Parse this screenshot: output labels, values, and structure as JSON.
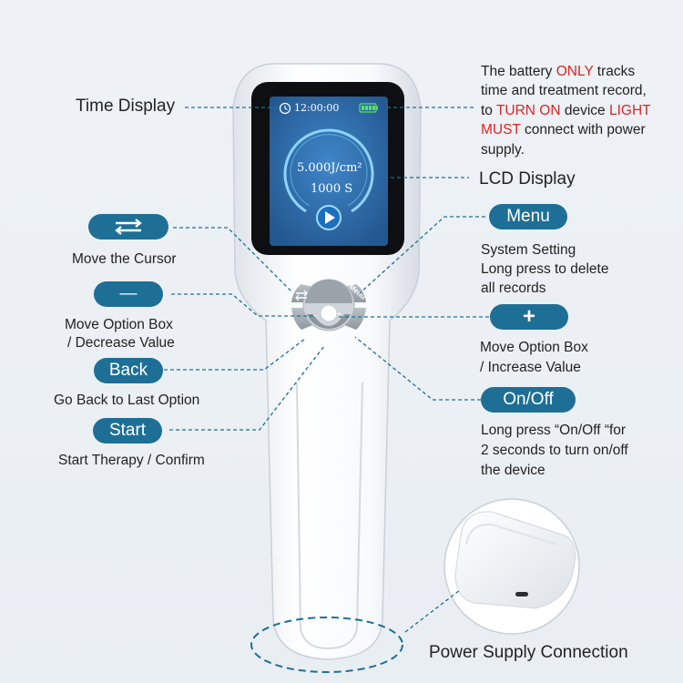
{
  "labels": {
    "time_display": "Time Display",
    "lcd_display": "LCD Display",
    "move_cursor": "Move the Cursor",
    "minus_desc_1": "Move Option Box",
    "minus_desc_2": "/ Decrease Value",
    "back_desc": "Go Back to Last Option",
    "start_desc": "Start Therapy / Confirm",
    "menu_desc_1": "System Setting",
    "menu_desc_2": "Long press to delete",
    "menu_desc_3": "all records",
    "plus_desc_1": "Move Option Box",
    "plus_desc_2": "/ Increase Value",
    "onoff_desc_1": "Long press “On/Off “for",
    "onoff_desc_2": "2 seconds to turn on/off",
    "onoff_desc_3": "the device",
    "power_supply": "Power Supply Connection"
  },
  "battery_note": {
    "l1a": "The battery ",
    "l1b": "ONLY",
    "l1c": " tracks",
    "l2": "time and treatment record,",
    "l3a": "to ",
    "l3b": "TURN ON",
    "l3c": " device ",
    "l3d": "LIGHT",
    "l4a": "MUST",
    "l4b": " connect with power",
    "l5": "supply."
  },
  "pills": {
    "minus": "—",
    "back": "Back",
    "start": "Start",
    "menu": "Menu",
    "plus": "+",
    "onoff": "On/Off"
  },
  "screen": {
    "time": "12:00:00",
    "dose": "5.000J/cm²",
    "duration": "1000 S"
  },
  "device_buttons": {
    "menu": "Menu",
    "back": "Back",
    "start": "Start",
    "onoff": "On/Off",
    "minus": "–",
    "plus": "+"
  },
  "icons": {
    "cursor": "swap-arrows-icon",
    "clock": "clock-icon",
    "battery": "battery-icon",
    "play": "play-icon"
  },
  "colors": {
    "accent": "#1e6f96",
    "highlight": "#e02424",
    "screen": "#2d6fb0"
  }
}
